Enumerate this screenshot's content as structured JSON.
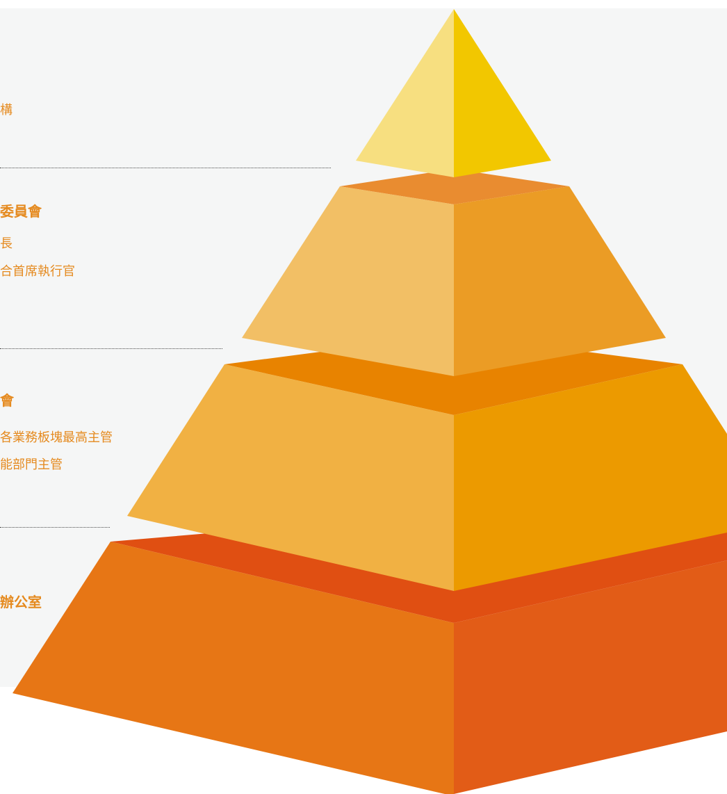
{
  "tiers": [
    {
      "id": "tier-1",
      "title": "",
      "lines": [
        "構"
      ]
    },
    {
      "id": "tier-2",
      "title": "委員會",
      "lines": [
        "長",
        "合首席執行官"
      ]
    },
    {
      "id": "tier-3",
      "title": "會",
      "lines": [
        "各業務板塊最高主管",
        "能部門主管"
      ]
    },
    {
      "id": "tier-4",
      "title": "辦公室",
      "lines": []
    }
  ],
  "colors": {
    "text": "#e58a1f",
    "panel": "#f5f6f6",
    "tier1_light": "#f7df80",
    "tier1_dark": "#f2c700",
    "tier2_top": "#e98c30",
    "tier2_light": "#f2bf65",
    "tier2_dark": "#eb9c25",
    "tier3_top": "#e88300",
    "tier3_light": "#f1b143",
    "tier3_dark": "#ec9a00",
    "tier4_top": "#e04f12",
    "tier4_light": "#e77615",
    "tier4_dark": "#e25c17"
  }
}
